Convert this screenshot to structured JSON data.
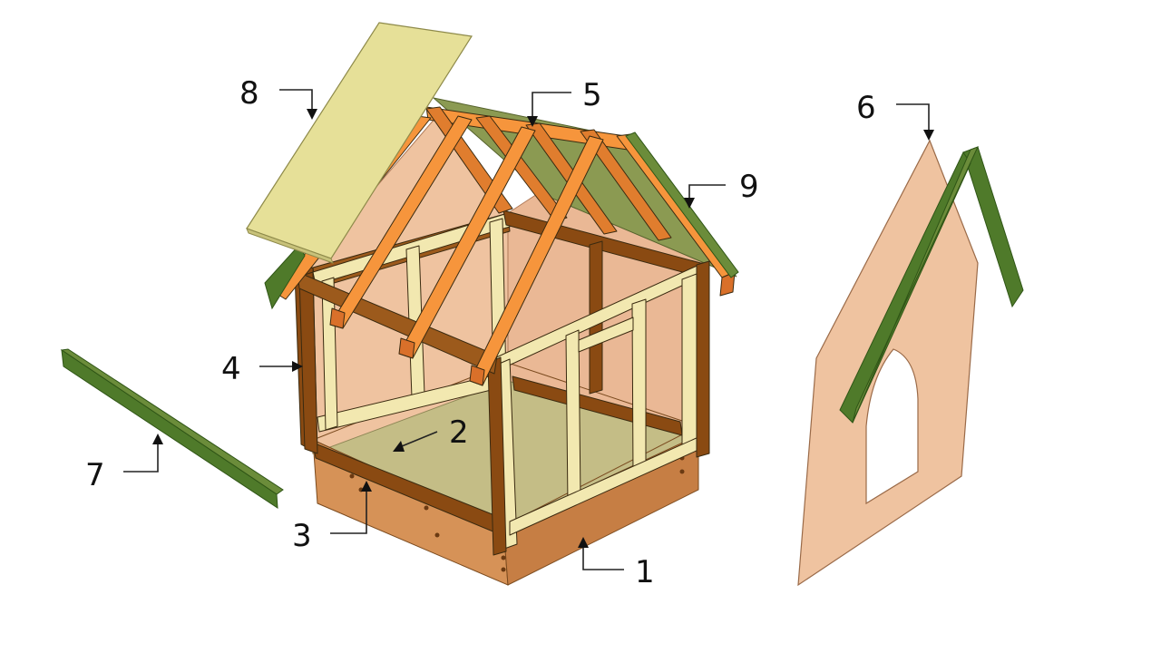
{
  "colors": {
    "background": "#ffffff",
    "frame_dark": "#8a4a12",
    "frame_light": "#f2e8b0",
    "rafter": "#f6953c",
    "rafter_side": "#d9702a",
    "trim_green": "#4f7a2a",
    "trim_green_side": "#2f5516",
    "roof_panel": "#e6e098",
    "wall_panel": "#efc3a0",
    "floor_panel": "#c4bd86",
    "base_wood": "#d69257"
  },
  "labels": [
    {
      "id": "1",
      "text": "1",
      "part": "base-frame"
    },
    {
      "id": "2",
      "text": "2",
      "part": "floor-panel"
    },
    {
      "id": "3",
      "text": "3",
      "part": "floor-support"
    },
    {
      "id": "4",
      "text": "4",
      "part": "wall-frame"
    },
    {
      "id": "5",
      "text": "5",
      "part": "rafter"
    },
    {
      "id": "6",
      "text": "6",
      "part": "gable-panel"
    },
    {
      "id": "7",
      "text": "7",
      "part": "trim-board"
    },
    {
      "id": "8",
      "text": "8",
      "part": "roof-panel"
    },
    {
      "id": "9",
      "text": "9",
      "part": "ridge-trim"
    }
  ]
}
